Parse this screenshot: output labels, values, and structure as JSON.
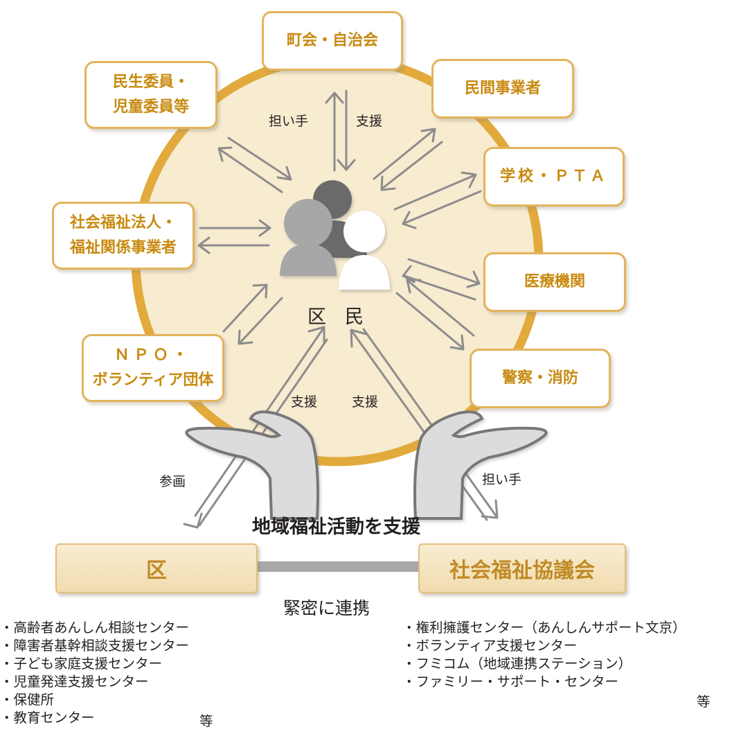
{
  "center": {
    "label": "区　民"
  },
  "organizations": {
    "chokai": "町会・自治会",
    "minsei": [
      "民生委員・",
      "児童委員等"
    ],
    "minkan": "民間事業者",
    "gakko": "学校・ＰＴＡ",
    "shakai_hojin": [
      "社会福祉法人・",
      "福祉関係事業者"
    ],
    "iryo": "医療機関",
    "npo": [
      "ＮＰＯ・",
      "ボランティア団体"
    ],
    "keisatsu": "警察・消防"
  },
  "arrow_labels": {
    "ninaite_top": "担い手",
    "shien_top": "支援",
    "shien_left": "支援",
    "shien_right": "支援",
    "sankaku": "参画",
    "ninaite_bottom": "担い手"
  },
  "hands_caption": "地域福祉活動を支援",
  "bottom": {
    "ku": "区",
    "shakyo": "社会福祉協議会",
    "link_label": "緊密に連携"
  },
  "left_list": [
    "・高齢者あんしん相談センター",
    "・障害者基幹相談支援センター",
    "・子ども家庭支援センター",
    "・児童発達支援センター",
    "・保健所",
    "・教育センター"
  ],
  "left_list_etc": "等",
  "right_list": [
    "・権利擁護センター（あんしんサポート文京）",
    "・ボランティア支援センター",
    "・フミコム（地域連携ステーション）",
    "・ファミリー・サポート・センター"
  ],
  "right_list_etc": "等",
  "colors": {
    "ring": "#e2aa3c",
    "ring_fill": "#f7ebd0",
    "box_text": "#c88a10",
    "arrow": "#8c8c8c",
    "person_dark": "#6b6b6b",
    "person_mid": "#a7a7a7",
    "person_white": "#ffffff"
  }
}
